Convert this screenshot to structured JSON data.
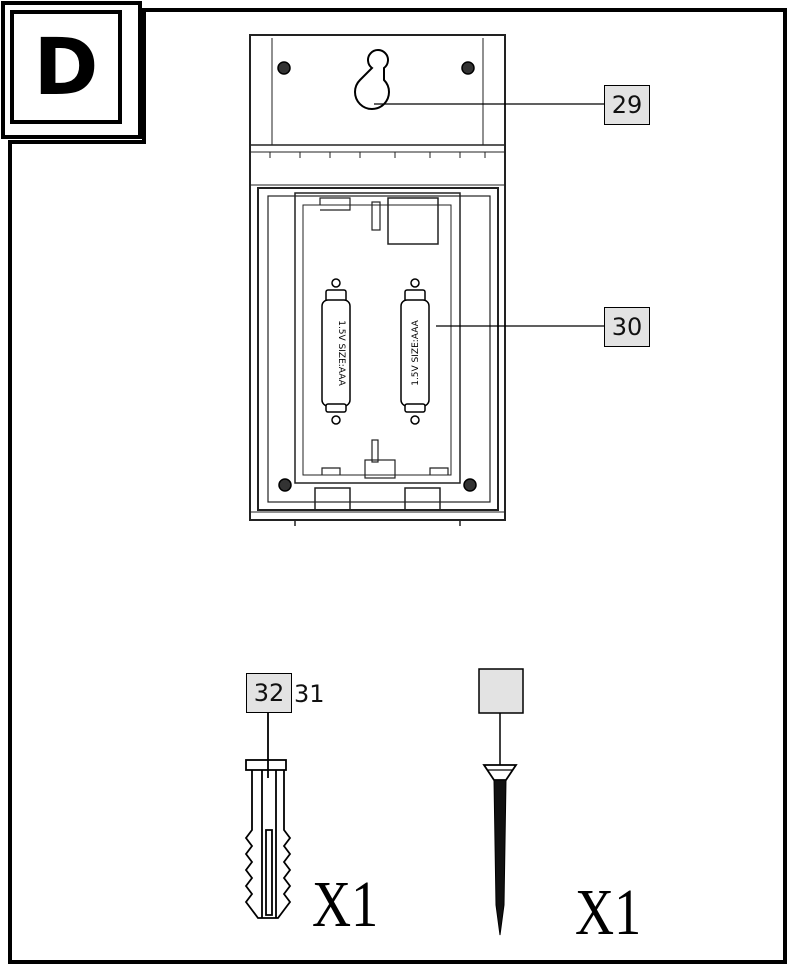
{
  "section": {
    "letter": "D"
  },
  "callouts": {
    "keyhole": "29",
    "battery": "30",
    "plug_main": "32",
    "plug_secondary": "31",
    "screw": ""
  },
  "battery_text": "1.5V SIZE:AAA",
  "quantities": {
    "plug": "X1",
    "screw": "X1"
  }
}
